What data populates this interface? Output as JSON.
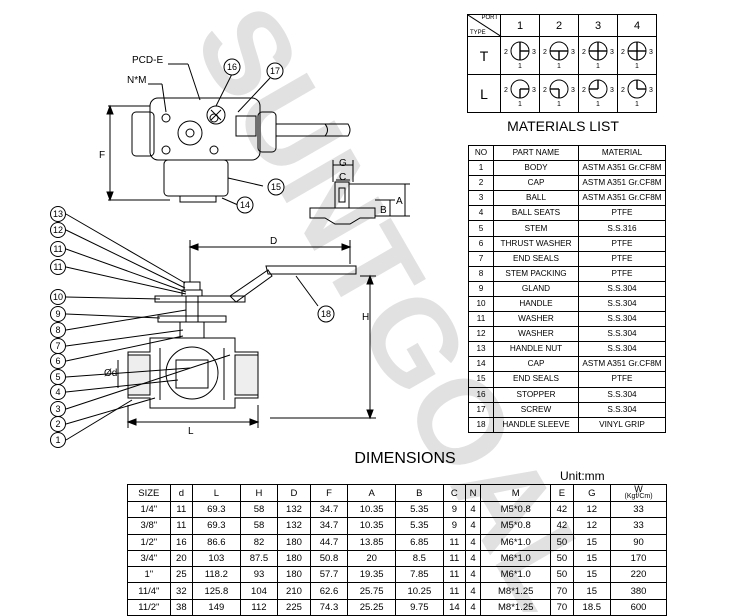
{
  "watermark": {
    "text": "SUNTGOAL",
    "color": "#dcdcdc"
  },
  "callouts": [
    "13",
    "12",
    "11",
    "11",
    "10",
    "9",
    "8",
    "7",
    "6",
    "5",
    "4",
    "3",
    "2",
    "1"
  ],
  "callout_16": "16",
  "callout_17": "17",
  "callout_15": "15",
  "callout_14": "14",
  "callout_18": "18",
  "top_labels": {
    "pcd": "PCD-E",
    "nm": "N*M",
    "f": "F"
  },
  "section_labels": {
    "g": "G",
    "c": "C",
    "b": "B",
    "a": "A"
  },
  "front_labels": {
    "d": "D",
    "h": "H",
    "phi_d": "Ød",
    "l": "L"
  },
  "port_table": {
    "corner_top": "PORT",
    "corner_bottom": "TYPE",
    "ports": [
      "1",
      "2",
      "3",
      "4"
    ],
    "rows": [
      {
        "type": "T"
      },
      {
        "type": "L"
      }
    ],
    "digits": {
      "one": "1",
      "two": "2",
      "three": "3"
    }
  },
  "materials": {
    "title": "MATERIALS LIST",
    "headers": [
      "NO",
      "PART NAME",
      "MATERIAL"
    ],
    "rows": [
      [
        "1",
        "BODY",
        "ASTM  A351  Gr.CF8M"
      ],
      [
        "2",
        "CAP",
        "ASTM  A351  Gr.CF8M"
      ],
      [
        "3",
        "BALL",
        "ASTM  A351  Gr.CF8M"
      ],
      [
        "4",
        "BALL SEATS",
        "PTFE"
      ],
      [
        "5",
        "STEM",
        "S.S.316"
      ],
      [
        "6",
        "THRUST WASHER",
        "PTFE"
      ],
      [
        "7",
        "END  SEALS",
        "PTFE"
      ],
      [
        "8",
        "STEM  PACKING",
        "PTFE"
      ],
      [
        "9",
        "GLAND",
        "S.S.304"
      ],
      [
        "10",
        "HANDLE",
        "S.S.304"
      ],
      [
        "11",
        "WASHER",
        "S.S.304"
      ],
      [
        "12",
        "WASHER",
        "S.S.304"
      ],
      [
        "13",
        "HANDLE  NUT",
        "S.S.304"
      ],
      [
        "14",
        "CAP",
        "ASTM  A351  Gr.CF8M"
      ],
      [
        "15",
        "END  SEALS",
        "PTFE"
      ],
      [
        "16",
        "STOPPER",
        "S.S.304"
      ],
      [
        "17",
        "SCREW",
        "S.S.304"
      ],
      [
        "18",
        "HANDLE  SLEEVE",
        "VINYL  GRIP"
      ]
    ]
  },
  "dimensions": {
    "title": "DIMENSIONS",
    "unit": "Unit:mm",
    "headers": [
      "SIZE",
      "d",
      "L",
      "H",
      "D",
      "F",
      "A",
      "B",
      "C",
      "N",
      "M",
      "E",
      "G"
    ],
    "w_header": "W",
    "w_unit": "(Kgf/Cm)",
    "rows": [
      [
        "1/4\"",
        "11",
        "69.3",
        "58",
        "132",
        "34.7",
        "10.35",
        "5.35",
        "9",
        "4",
        "M5*0.8",
        "42",
        "12",
        "33"
      ],
      [
        "3/8\"",
        "11",
        "69.3",
        "58",
        "132",
        "34.7",
        "10.35",
        "5.35",
        "9",
        "4",
        "M5*0.8",
        "42",
        "12",
        "33"
      ],
      [
        "1/2\"",
        "16",
        "86.6",
        "82",
        "180",
        "44.7",
        "13.85",
        "6.85",
        "11",
        "4",
        "M6*1.0",
        "50",
        "15",
        "90"
      ],
      [
        "3/4\"",
        "20",
        "103",
        "87.5",
        "180",
        "50.8",
        "20",
        "8.5",
        "11",
        "4",
        "M6*1.0",
        "50",
        "15",
        "170"
      ],
      [
        "1\"",
        "25",
        "118.2",
        "93",
        "180",
        "57.7",
        "19.35",
        "7.85",
        "11",
        "4",
        "M6*1.0",
        "50",
        "15",
        "220"
      ],
      [
        "11/4\"",
        "32",
        "125.8",
        "104",
        "210",
        "62.6",
        "25.75",
        "10.25",
        "11",
        "4",
        "M8*1.25",
        "70",
        "15",
        "380"
      ],
      [
        "11/2\"",
        "38",
        "149",
        "112",
        "225",
        "74.3",
        "25.25",
        "9.75",
        "14",
        "4",
        "M8*1.25",
        "70",
        "18.5",
        "600"
      ]
    ]
  }
}
